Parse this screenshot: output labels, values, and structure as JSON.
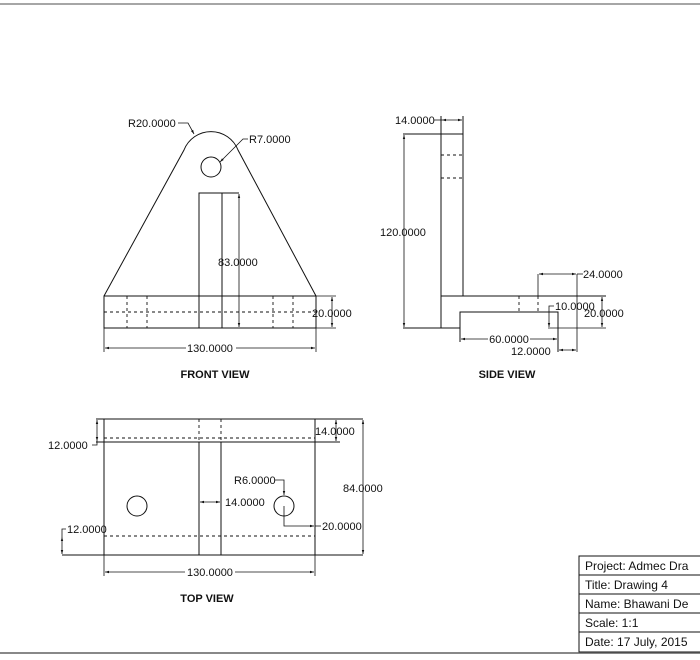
{
  "drawing": {
    "front_view": {
      "label": "FRONT VIEW",
      "dims": {
        "r_outer": "R20.0000",
        "r_hole": "R7.0000",
        "height": "83.0000",
        "base_thickness": "20.0000",
        "width": "130.0000"
      }
    },
    "side_view": {
      "label": "SIDE VIEW",
      "dims": {
        "plate_thickness": "14.0000",
        "height": "120.0000",
        "d24": "24.0000",
        "d10": "10.0000",
        "d20": "20.0000",
        "d60": "60.0000",
        "d12": "12.0000"
      }
    },
    "top_view": {
      "label": "TOP VIEW",
      "dims": {
        "top_offset": "12.0000",
        "plate": "14.0000",
        "depth": "84.0000",
        "hole_radius": "R6.0000",
        "rib": "14.0000",
        "hole_offset": "20.0000",
        "bottom_offset": "12.0000",
        "width": "130.0000"
      }
    }
  },
  "title_block": {
    "project": "Project: Admec Dra",
    "title": "Title: Drawing 4",
    "name": "Name: Bhawani De",
    "scale": "Scale: 1:1",
    "date": "Date: 17 July, 2015"
  }
}
